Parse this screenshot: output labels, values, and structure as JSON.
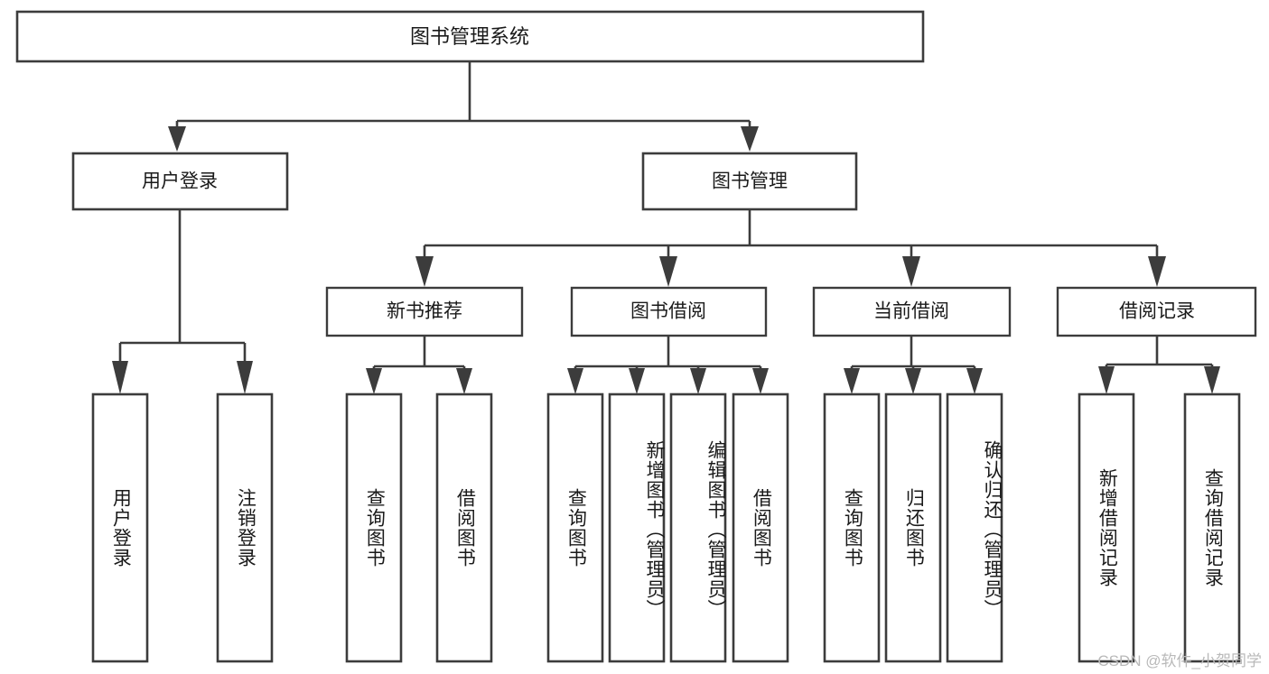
{
  "diagram": {
    "type": "tree",
    "title": "图书管理系统",
    "watermark": "CSDN @软件_小贺同学",
    "colors": {
      "background": "#ffffff",
      "stroke": "#3c3c3c",
      "text": "#1a1a1a",
      "watermark": "#b9b9b9"
    },
    "root": {
      "label": "图书管理系统"
    },
    "level2": [
      {
        "label": "用户登录"
      },
      {
        "label": "图书管理"
      }
    ],
    "level3": [
      {
        "label": "新书推荐"
      },
      {
        "label": "图书借阅"
      },
      {
        "label": "当前借阅"
      },
      {
        "label": "借阅记录"
      }
    ],
    "leaves": {
      "user_login": [
        {
          "label": "用户登录"
        },
        {
          "label": "注销登录"
        }
      ],
      "new_book": [
        {
          "label": "查询图书"
        },
        {
          "label": "借阅图书"
        }
      ],
      "book_borrow": [
        {
          "label": "查询图书"
        },
        {
          "label": "新增图书（管理员）"
        },
        {
          "label": "编辑图书（管理员）"
        },
        {
          "label": "借阅图书"
        }
      ],
      "current_borrow": [
        {
          "label": "查询图书"
        },
        {
          "label": "归还图书"
        },
        {
          "label": "确认归还（管理员）"
        }
      ],
      "borrow_record": [
        {
          "label": "新增借阅记录"
        },
        {
          "label": "查询借阅记录"
        }
      ]
    }
  }
}
